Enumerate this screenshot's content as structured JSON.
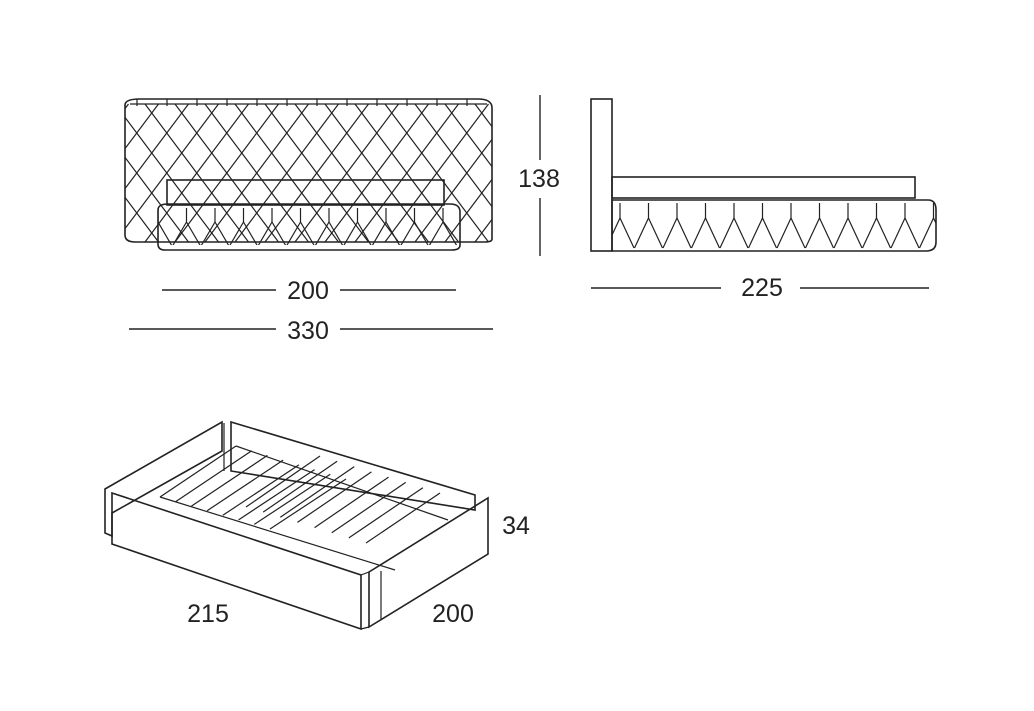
{
  "dimensions": {
    "front_inner_width": "200",
    "front_total_width": "330",
    "headboard_height": "138",
    "side_length": "225",
    "frame_height": "34",
    "frame_length": "215",
    "frame_width": "200"
  }
}
